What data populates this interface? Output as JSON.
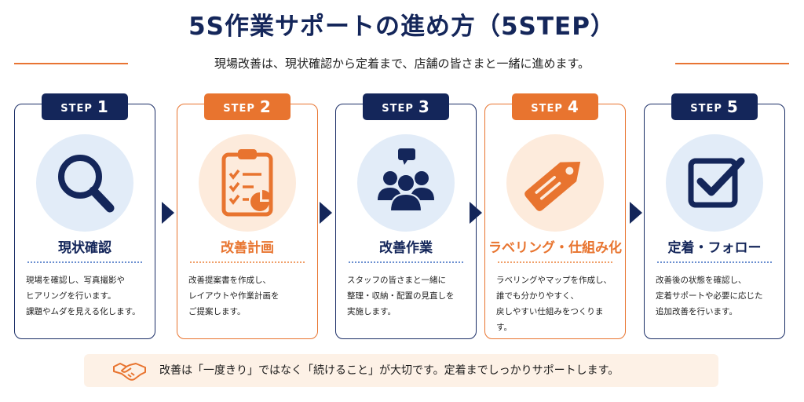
{
  "title": "5S作業サポートの進め方（5STEP）",
  "subtitle": "現場改善は、現状確認から定着まで、店舗の皆さまと一緒に進めます。",
  "step_word": "STEP",
  "colors": {
    "navy": "#14265a",
    "orange": "#e8742f",
    "light_blue": "#e2ecf8",
    "light_orange": "#fdebdc"
  },
  "steps": [
    {
      "number": "1",
      "title": "現状確認",
      "icon": "magnifier-icon",
      "text": "現場を確認し、写真撮影や\nヒアリングを行います。\n課題やムダを見える化します。"
    },
    {
      "number": "2",
      "title": "改善計画",
      "icon": "clipboard-checklist-icon",
      "text": "改善提案書を作成し、\nレイアウトや作業計画を\nご提案します。"
    },
    {
      "number": "3",
      "title": "改善作業",
      "icon": "team-discussion-icon",
      "text": "スタッフの皆さまと一緒に\n整理・収納・配置の見直しを\n実施します。"
    },
    {
      "number": "4",
      "title": "ラベリング・仕組み化",
      "icon": "label-tag-icon",
      "text": "ラベリングやマップを作成し、\n誰でも分かりやすく、\n戻しやすい仕組みをつくります。"
    },
    {
      "number": "5",
      "title": "定着・フォロー",
      "icon": "checkbox-icon",
      "text": "改善後の状態を確認し、\n定着サポートや必要に応じた\n追加改善を行います。"
    }
  ],
  "footer_note": "改善は「一度きり」ではなく「続けること」が大切です。定着までしっかりサポートします。",
  "footer_icon": "handshake-icon"
}
